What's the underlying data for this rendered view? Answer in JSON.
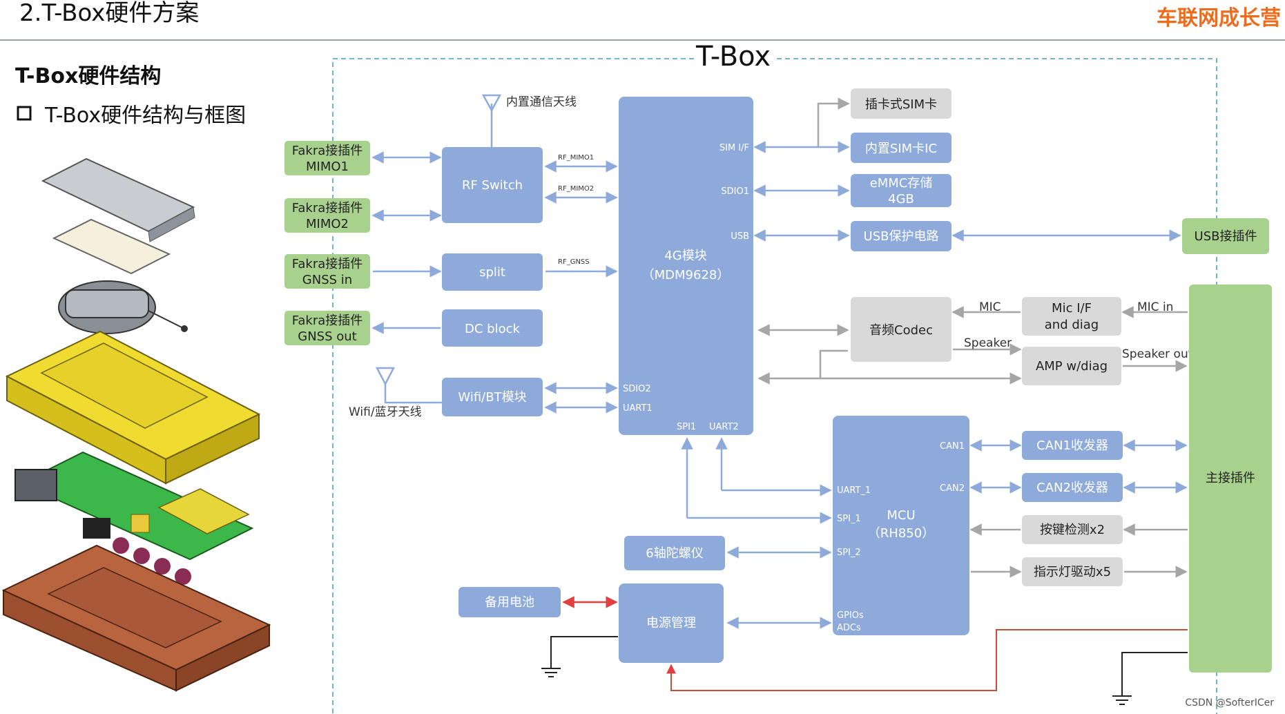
{
  "header": {
    "title": "2.T-Box硬件方案",
    "brand": "车联网成长营"
  },
  "section": {
    "heading": "T-Box硬件结构",
    "bullet": "T-Box硬件结构与框图"
  },
  "frame": {
    "label": "T-Box"
  },
  "colors": {
    "blue_box": "#8eaadb",
    "green_box": "#a9d18e",
    "gray_box": "#d9d9d9",
    "arrow_blue": "#8eaadb",
    "arrow_gray": "#a6a6a6",
    "arrow_red": "#e04040",
    "frame": "#6fb6c9"
  },
  "boxes": {
    "fakra1": [
      "Fakra接插件",
      "MIMO1"
    ],
    "fakra2": [
      "Fakra接插件",
      "MIMO2"
    ],
    "fakra3": [
      "Fakra接插件",
      "GNSS in"
    ],
    "fakra4": [
      "Fakra接插件",
      "GNSS out"
    ],
    "rf_switch": "RF Switch",
    "split": "split",
    "dc_block": "DC block",
    "wifi_bt": "Wifi/BT模块",
    "module4g": [
      "4G模块",
      "（MDM9628）"
    ],
    "sim_slot": "插卡式SIM卡",
    "sim_ic": "内置SIM卡IC",
    "emmc": [
      "eMMC存储",
      "4GB"
    ],
    "usb_protect": "USB保护电路",
    "usb_conn": "USB接插件",
    "codec": "音频Codec",
    "mic_if": [
      "Mic I/F",
      "and diag"
    ],
    "amp": "AMP w/diag",
    "mcu": [
      "MCU",
      "（RH850）"
    ],
    "can1": "CAN1收发器",
    "can2": "CAN2收发器",
    "key_detect": "按键检测x2",
    "led_drive": "指示灯驱动x5",
    "main_conn": "主接插件",
    "gyro": "6轴陀螺仪",
    "battery": "备用电池",
    "power": "电源管理"
  },
  "ports": {
    "sim_if": "SIM I/F",
    "sdio1": "SDIO1",
    "usb": "USB",
    "sdio2": "SDIO2",
    "uart1": "UART1",
    "spi1": "SPI1",
    "uart2": "UART2",
    "mcu_uart1": "UART_1",
    "mcu_spi1": "SPI_1",
    "mcu_spi2": "SPI_2",
    "mcu_gpio": "GPIOs",
    "mcu_adc": "ADCs",
    "can1": "CAN1",
    "can2": "CAN2"
  },
  "labels": {
    "antenna_internal": "内置通信天线",
    "antenna_wifi": "Wifi/蓝牙天线",
    "rf_mimo1": "RF_MIMO1",
    "rf_mimo2": "RF_MIMO2",
    "rf_gnss": "RF_GNSS",
    "mic": "MIC",
    "mic_in": "MIC in",
    "speaker": "Speaker",
    "speaker_out": "Speaker out"
  },
  "footer": {
    "credit": "CSDN @SofterICer"
  }
}
